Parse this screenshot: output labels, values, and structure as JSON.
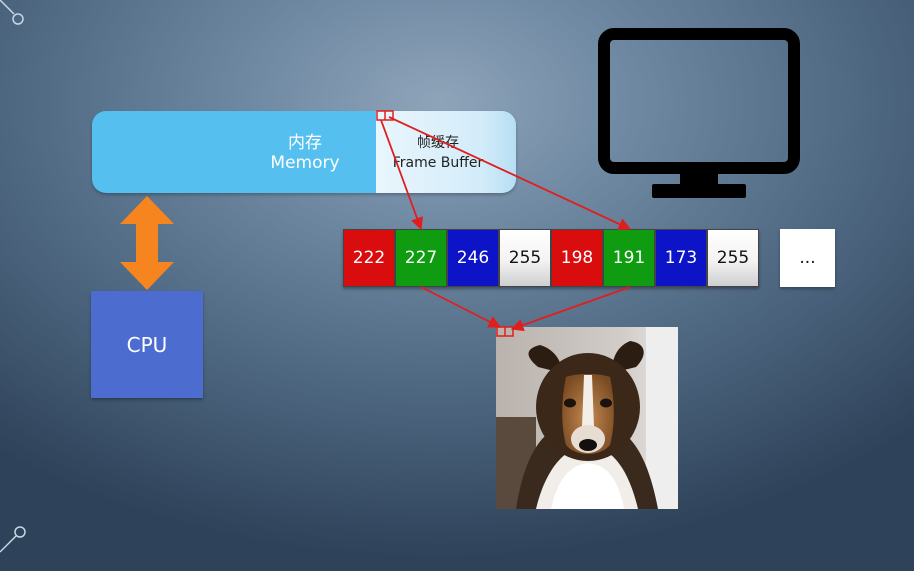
{
  "memory": {
    "label_cn": "内存",
    "label_en": "Memory",
    "frame_buffer": {
      "label_cn": "帧缓存",
      "label_en": "Frame Buffer"
    }
  },
  "cpu": {
    "label": "CPU"
  },
  "pixel_values": [
    {
      "value": "222",
      "channel": "red"
    },
    {
      "value": "227",
      "channel": "green"
    },
    {
      "value": "246",
      "channel": "blue"
    },
    {
      "value": "255",
      "channel": "alpha"
    },
    {
      "value": "198",
      "channel": "red"
    },
    {
      "value": "191",
      "channel": "green"
    },
    {
      "value": "173",
      "channel": "blue"
    },
    {
      "value": "255",
      "channel": "alpha"
    }
  ],
  "ellipsis": "...",
  "colors": {
    "memory": "#55c0ef",
    "cpu": "#4c6cd0",
    "bus_arrow": "#f6851f",
    "red": "#d90d0d",
    "green": "#109c10",
    "blue": "#0d14c8",
    "pointer_arrow": "#e01e1e",
    "monitor": "#000000"
  },
  "icons": [
    "monitor-icon",
    "dog-photo"
  ]
}
